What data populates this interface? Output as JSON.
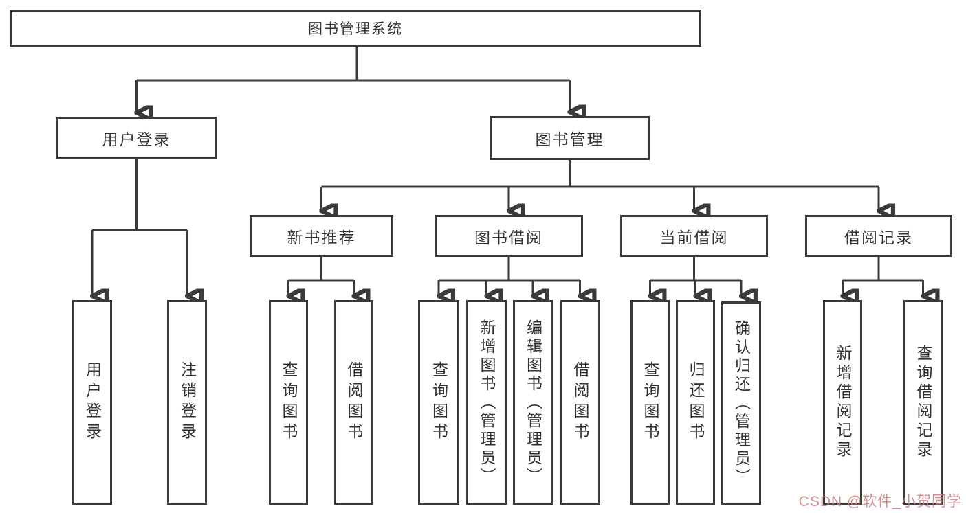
{
  "colors": {
    "background": "#ffffff",
    "line": "#3a3a3a",
    "box_border": "#3a3a3a",
    "text": "#333333",
    "watermark": "#cd7d7d"
  },
  "watermark": {
    "text": "CSDN @软件_小贺同学"
  },
  "tree": {
    "root": {
      "label": "图书管理系统"
    },
    "login_branch": {
      "label": "用户登录",
      "children": [
        {
          "label": "用户登录"
        },
        {
          "label": "注销登录"
        }
      ]
    },
    "management_branch": {
      "label": "图书管理",
      "groups": [
        {
          "label": "新书推荐",
          "children": [
            {
              "label": "查询图书"
            },
            {
              "label": "借阅图书"
            }
          ]
        },
        {
          "label": "图书借阅",
          "children": [
            {
              "label": "查询图书"
            },
            {
              "label": "新增图书（管理员）"
            },
            {
              "label": "编辑图书（管理员）"
            },
            {
              "label": "借阅图书"
            }
          ]
        },
        {
          "label": "当前借阅",
          "children": [
            {
              "label": "查询图书"
            },
            {
              "label": "归还图书"
            },
            {
              "label": "确认归还（管理员）"
            }
          ]
        },
        {
          "label": "借阅记录",
          "children": [
            {
              "label": "新增借阅记录"
            },
            {
              "label": "查询借阅记录"
            }
          ]
        }
      ]
    }
  }
}
